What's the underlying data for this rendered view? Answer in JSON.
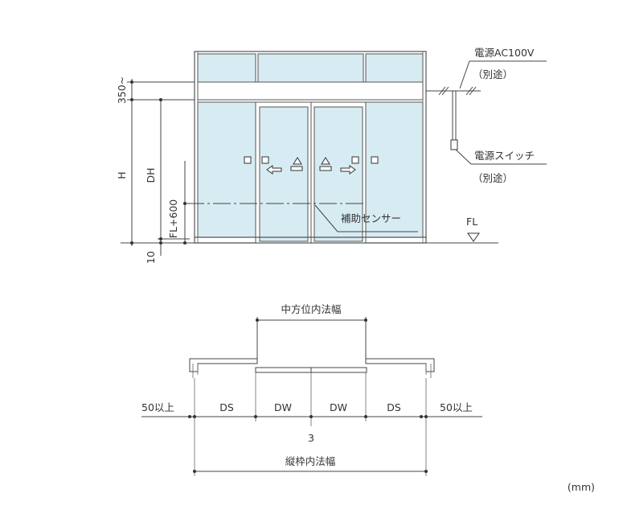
{
  "elevation": {
    "power_label": "電源AC100V",
    "power_note": "（別途）",
    "switch_label": "電源スイッチ",
    "switch_note": "（別途）",
    "sensor_label": "補助センサー",
    "floor_label": "FL",
    "dim_transom": "350~",
    "dim_h": "H",
    "dim_dh": "DH",
    "dim_fl600": "FL+600",
    "dim_10": "10"
  },
  "plan": {
    "center_width_label": "中方位内法幅",
    "left_margin_label": "50以上",
    "right_margin_label": "50以上",
    "ds_left": "DS",
    "dw_left": "DW",
    "dw_right": "DW",
    "ds_right": "DS",
    "center_number": "3",
    "frame_width_label": "縦枠内法幅"
  },
  "unit_label": "(mm)",
  "colors": {
    "glass": "#d7ebf3",
    "line": "#444444",
    "text": "#333333"
  }
}
